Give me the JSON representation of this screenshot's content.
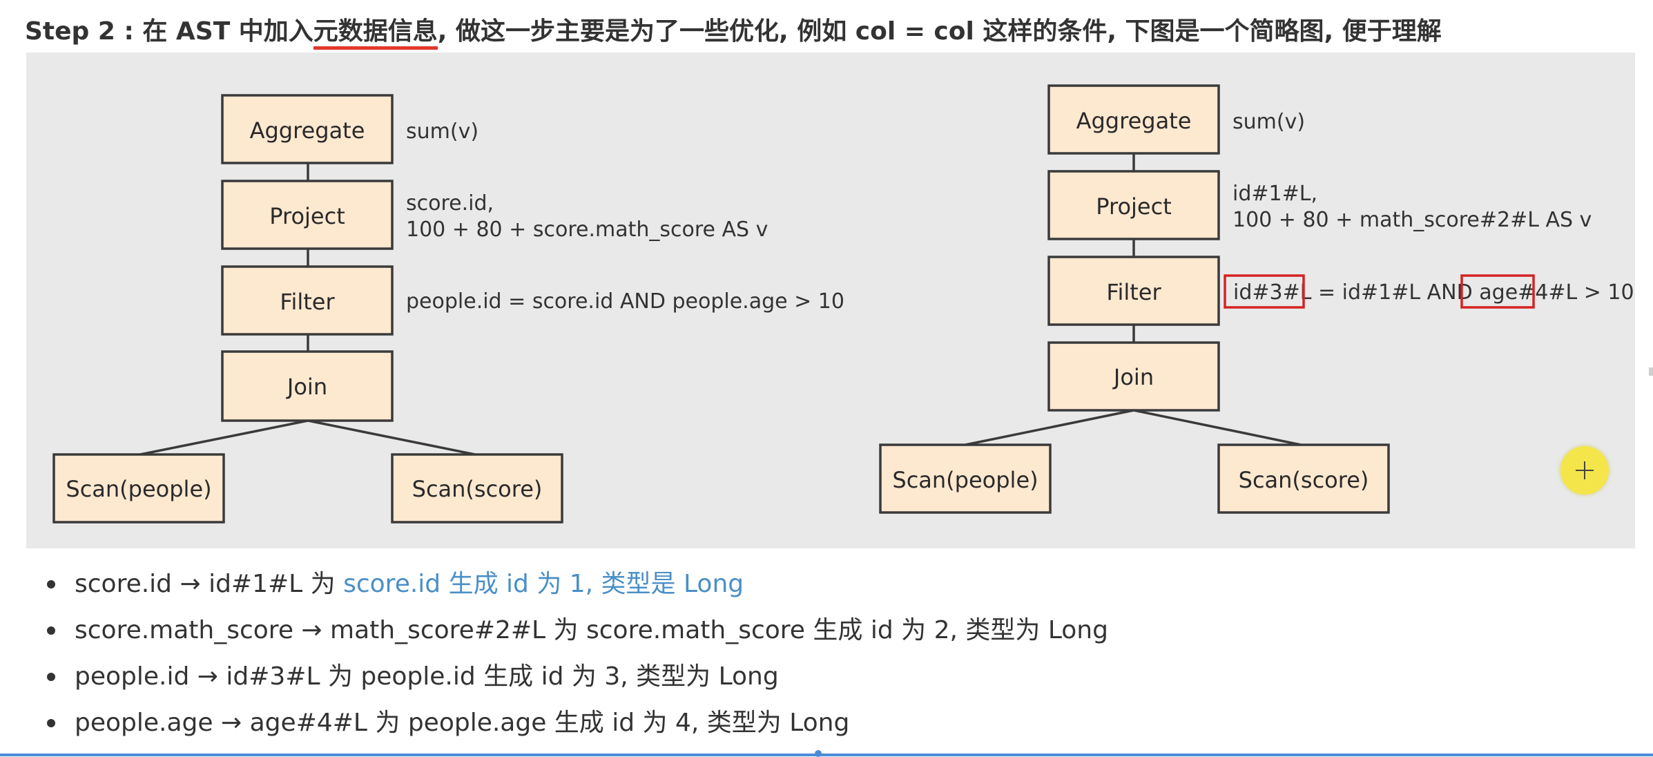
{
  "title": {
    "prefix": "Step 2 : 在 AST 中加入",
    "underlined": "元数据信息",
    "suffix": ", 做这一步主要是为了一些优化, 例如 col = col 这样的条件, 下图是一个简略图, 便于理解"
  },
  "left_tree": {
    "aggregate": {
      "label": "Aggregate",
      "note": "sum(v)"
    },
    "project": {
      "label": "Project",
      "note_line1": "score.id,",
      "note_line2": "100 + 80 + score.math_score AS v"
    },
    "filter": {
      "label": "Filter",
      "note": "people.id = score.id AND people.age > 10"
    },
    "join": {
      "label": "Join"
    },
    "scan_left": {
      "label": "Scan(people)"
    },
    "scan_right": {
      "label": "Scan(score)"
    }
  },
  "right_tree": {
    "aggregate": {
      "label": "Aggregate",
      "note": "sum(v)"
    },
    "project": {
      "label": "Project",
      "note_line1": "id#1#L,",
      "note_line2": "100 + 80 + math_score#2#L AS v"
    },
    "filter": {
      "label": "Filter",
      "note_hl1": "id#3#L",
      "note_mid": " = id#1#L AND ",
      "note_hl2": "age#4",
      "note_end": "#L > 10"
    },
    "join": {
      "label": "Join"
    },
    "scan_left": {
      "label": "Scan(people)"
    },
    "scan_right": {
      "label": "Scan(score)"
    }
  },
  "bullets": [
    {
      "text": "score.id → id#1#L 为 ",
      "highlight": "score.id 生成 id 为 1, 类型是 Long"
    },
    {
      "text": "score.math_score → math_score#2#L 为 score.math_score 生成 id 为 2, 类型为 Long"
    },
    {
      "text": "people.id → id#3#L 为 people.id 生成 id 为 3, 类型为 Long"
    },
    {
      "text": "people.age → age#4#L 为 people.age 生成 id 为 4, 类型为 Long"
    }
  ],
  "colors": {
    "panel_bg": "#e9e9e9",
    "node_fill": "#fde8d0",
    "highlight_box": "#d62222",
    "link_blue": "#4a8fc7",
    "underline_red": "#e0392b"
  }
}
